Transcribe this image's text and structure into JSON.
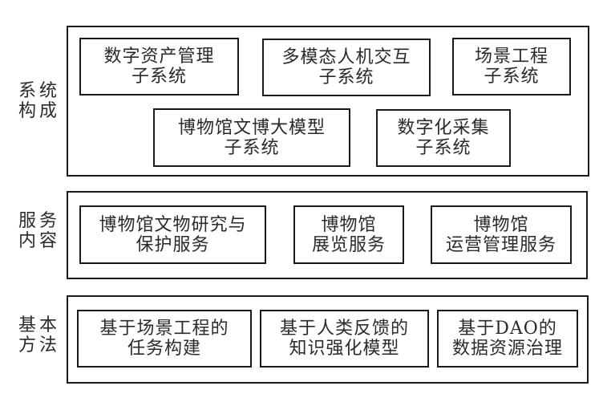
{
  "layers": [
    {
      "label": [
        "系统",
        "构成"
      ],
      "items": [
        {
          "lines": [
            "数字资产管理",
            "子系统"
          ]
        },
        {
          "lines": [
            "多模态人机交互",
            "子系统"
          ]
        },
        {
          "lines": [
            "场景工程",
            "子系统"
          ]
        },
        {
          "lines": [
            "博物馆文博大模型",
            "子系统"
          ]
        },
        {
          "lines": [
            "数字化采集",
            "子系统"
          ]
        }
      ]
    },
    {
      "label": [
        "服务",
        "内容"
      ],
      "items": [
        {
          "lines": [
            "博物馆文物研究与",
            "保护服务"
          ]
        },
        {
          "lines": [
            "博物馆",
            "展览服务"
          ]
        },
        {
          "lines": [
            "博物馆",
            "运营管理服务"
          ]
        }
      ]
    },
    {
      "label": [
        "基本",
        "方法"
      ],
      "items": [
        {
          "lines": [
            "基于场景工程的",
            "任务构建"
          ]
        },
        {
          "lines": [
            "基于人类反馈的",
            "知识强化模型"
          ]
        },
        {
          "lines": [
            "基于DAO的",
            "数据资源治理"
          ]
        }
      ]
    }
  ]
}
